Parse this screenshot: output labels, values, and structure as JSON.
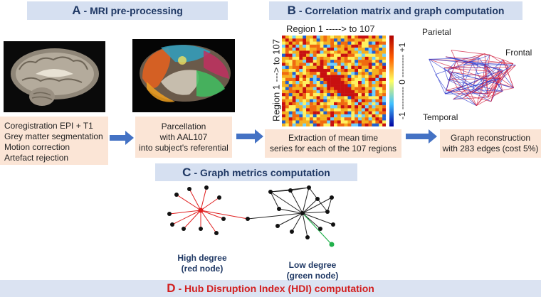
{
  "section_a": {
    "letter": "A",
    "title": "- MRI pre-processing"
  },
  "section_b": {
    "letter": "B",
    "title": "- Correlation matrix and graph computation"
  },
  "section_c": {
    "letter": "C",
    "title": "- Graph metrics computation"
  },
  "section_d": {
    "letter": "D",
    "title": "- Hub Disruption Index (HDI) computation"
  },
  "steps": {
    "preproc": [
      "Coregistration EPI + T1",
      "Grey matter segmentation",
      "Motion correction",
      "Artefact rejection"
    ],
    "parcellation": [
      "Parcellation",
      "with AAL107",
      "into subject's referential"
    ],
    "extraction": [
      "Extraction of mean time",
      "series for each of the 107 regions"
    ],
    "reconstruction": [
      "Graph reconstruction",
      "with 283 edges (cost 5%)"
    ]
  },
  "matrix": {
    "top_label": "Region 1 -----> to 107",
    "side_label": "Region 1 ---> to 107",
    "scale_label": "-1 -------- 0 -------- +1"
  },
  "brain_graph": {
    "parietal": "Parietal",
    "frontal": "Frontal",
    "temporal": "Temporal"
  },
  "metrics": {
    "high": [
      "High degree",
      "(red node)"
    ],
    "low": [
      "Low degree",
      "(green node)"
    ]
  },
  "colors": {
    "banner_bg": "#d6e0f1",
    "box_bg": "#fbe5d6",
    "arrow": "#4472c4",
    "hub": "#e02020",
    "leaf": "#22b14c"
  }
}
